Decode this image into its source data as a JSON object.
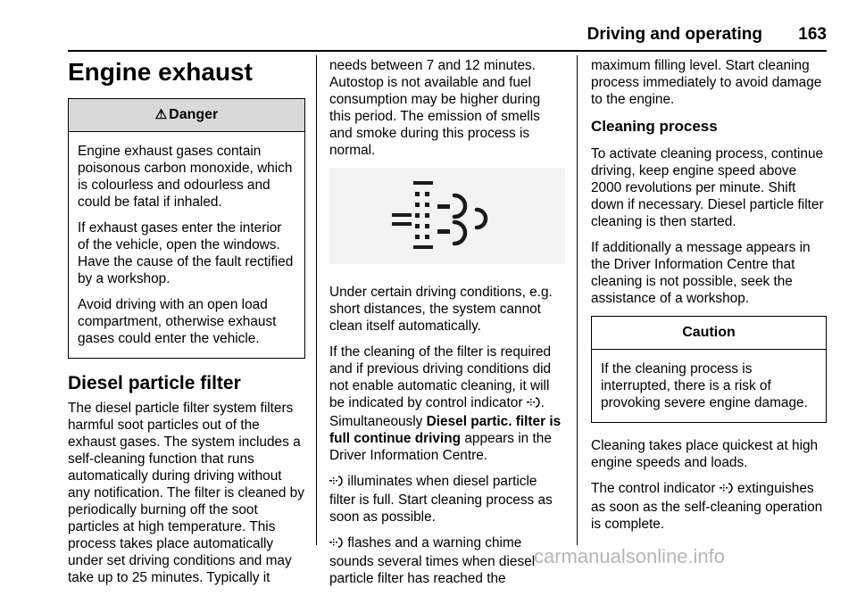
{
  "header": {
    "section": "Driving and operating",
    "page_number": "163"
  },
  "col1": {
    "title": "Engine exhaust",
    "danger": {
      "label": "Danger",
      "p1": "Engine exhaust gases contain poisonous carbon monoxide, which is colourless and odourless and could be fatal if inhaled.",
      "p2": "If exhaust gases enter the interior of the vehicle, open the windows. Have the cause of the fault rectified by a workshop.",
      "p3": "Avoid driving with an open load compartment, otherwise exhaust gases could enter the vehicle."
    },
    "section_title": "Diesel particle filter",
    "p1": "The diesel particle filter system filters harmful soot particles out of the exhaust gases. The system includes a self-cleaning function that runs automatically during driving without any notification. The filter is cleaned by periodically burning off the soot particles at high temperature. This process takes place automatically under set driving conditions and may take up to 25 minutes. Typically it"
  },
  "col2": {
    "p0": "needs between 7 and 12 minutes. Autostop is not available and fuel consumption may be higher during this period. The emission of smells and smoke during this process is normal.",
    "p1": "Under certain driving conditions, e.g. short distances, the system cannot clean itself automatically.",
    "p2_a": "If the cleaning of the filter is required and if previous driving conditions did not enable automatic cleaning, it will be indicated by control indicator",
    "p2_b": ".",
    "p2_c": "Simultaneously",
    "p2_bold": "Diesel partic. filter is full continue driving",
    "p2_d": "appears in the Driver Information Centre.",
    "p3": "illuminates when diesel particle filter is full. Start cleaning process as soon as possible.",
    "p4": "flashes and a warning chime sounds several times when diesel particle filter has reached the"
  },
  "col3": {
    "p0": "maximum filling level. Start cleaning process immediately to avoid damage to the engine.",
    "subtitle": "Cleaning process",
    "p1": "To activate cleaning process, continue driving, keep engine speed above 2000 revolutions per minute. Shift down if necessary. Diesel particle filter cleaning is then started.",
    "p2": "If additionally a message appears in the Driver Information Centre that cleaning is not possible, seek the assistance of a workshop.",
    "caution": {
      "label": "Caution",
      "text": "If the cleaning process is interrupted, there is a risk of provoking severe engine damage."
    },
    "p3": "Cleaning takes place quickest at high engine speeds and loads.",
    "p4_a": "The control indicator",
    "p4_b": "extinguishes as soon as the self-cleaning operation is complete."
  },
  "watermark": "carmanualsonline.info",
  "icons": {
    "danger": "warning-triangle-icon",
    "filter": "diesel-particle-filter-icon"
  }
}
